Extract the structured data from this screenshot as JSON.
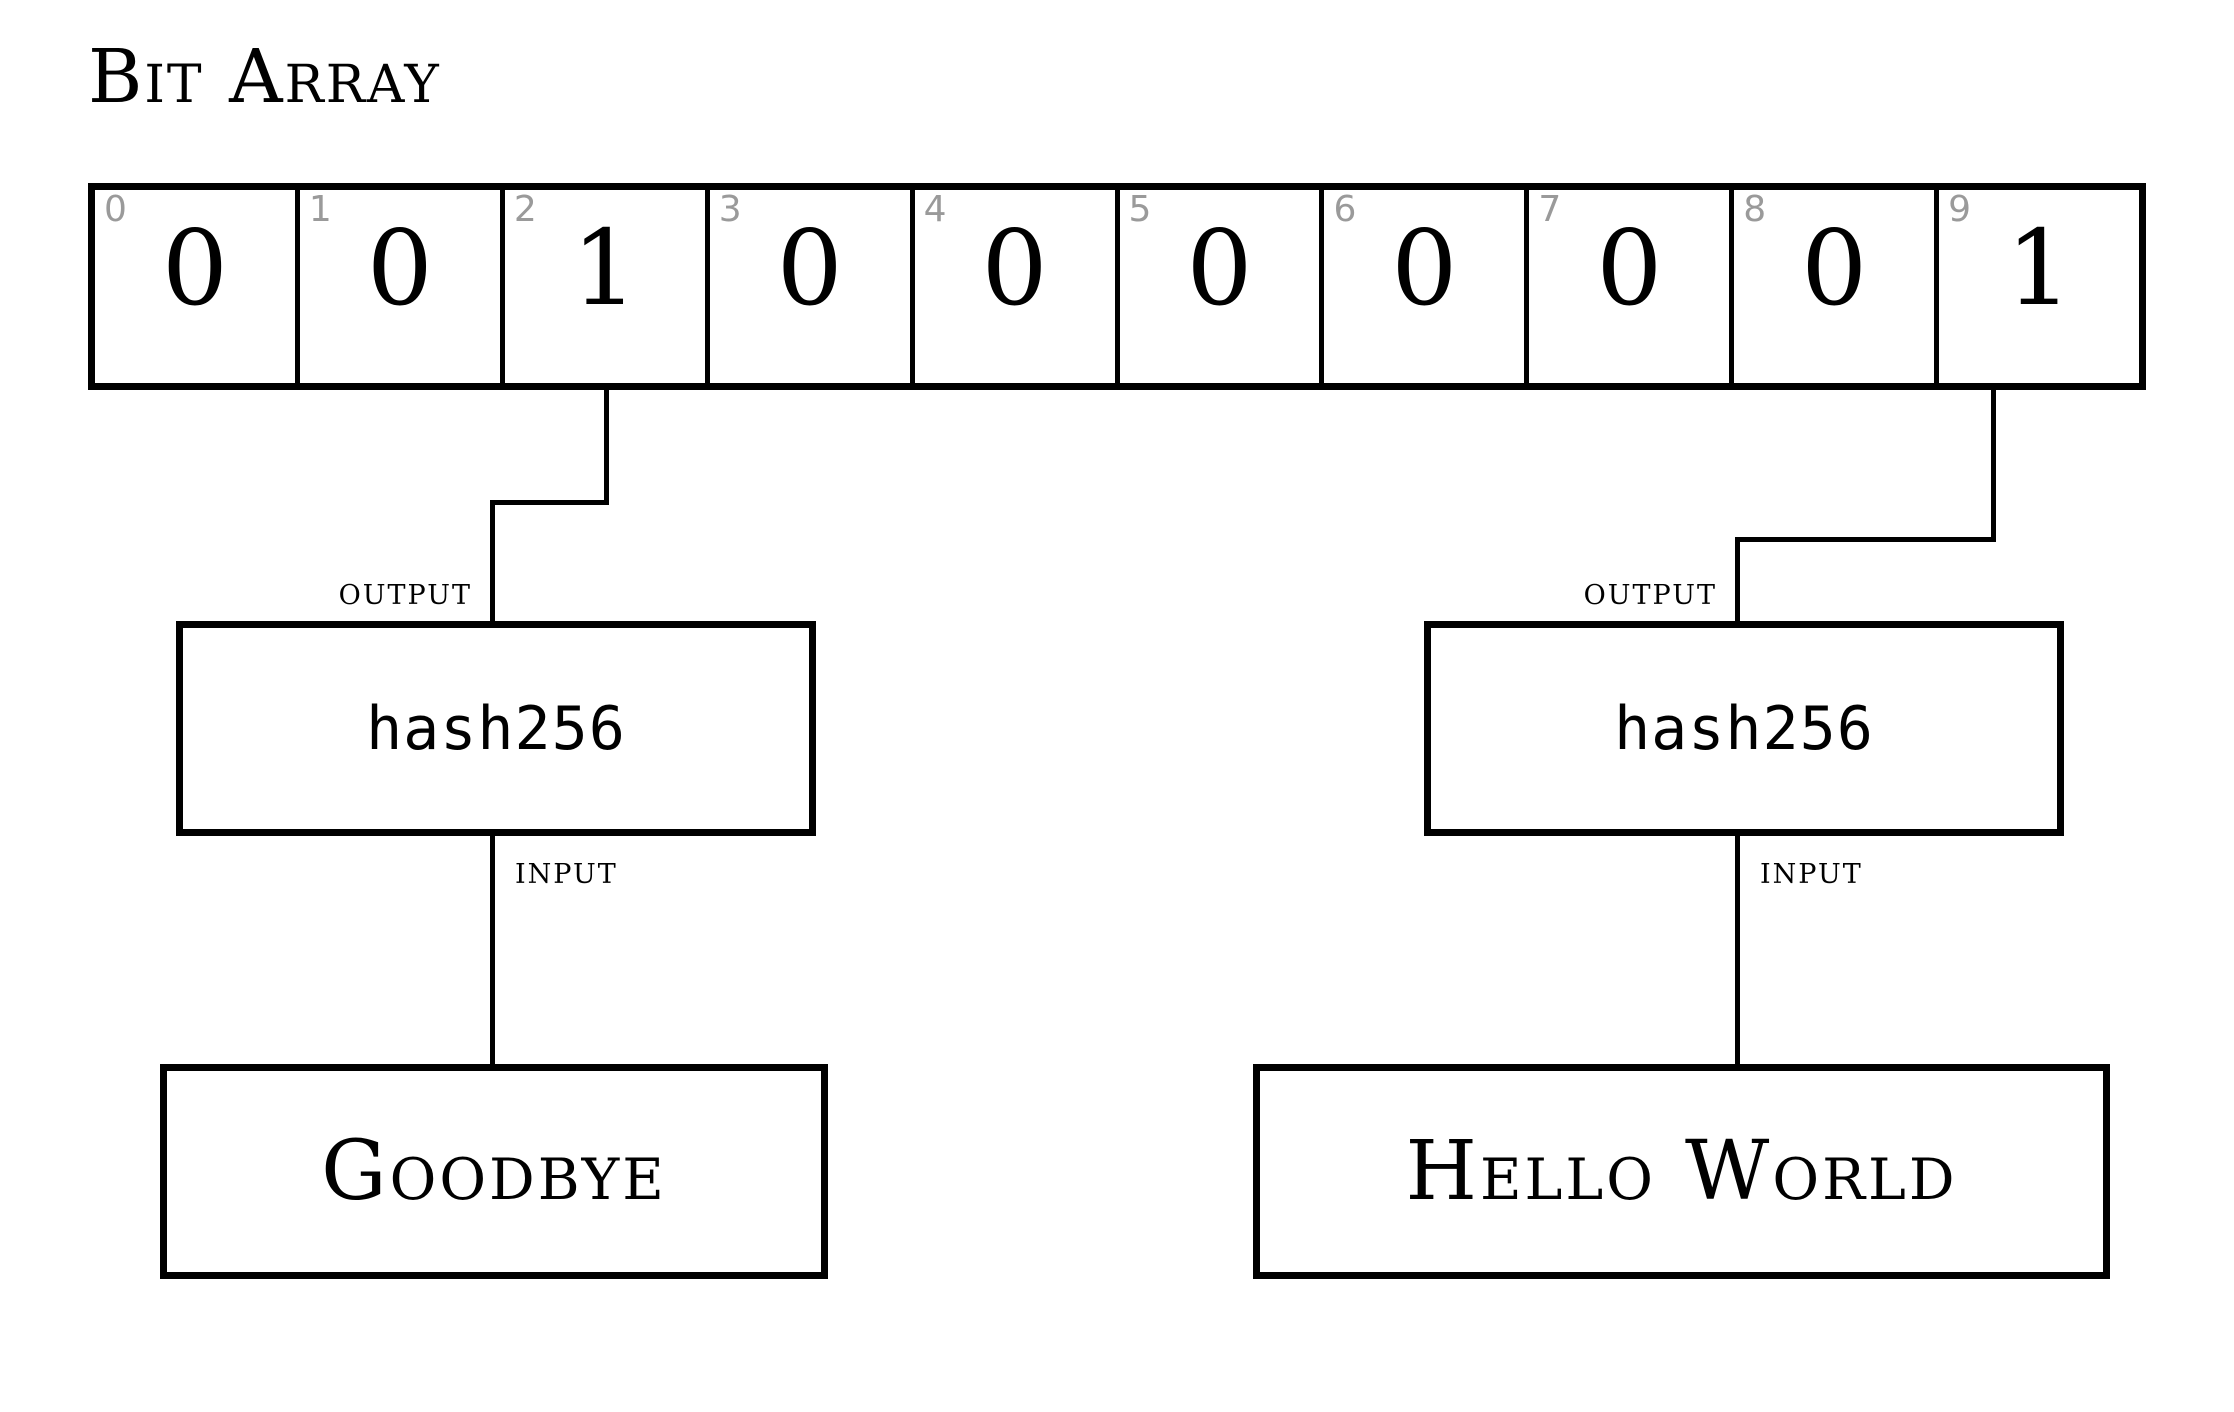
{
  "diagram": {
    "title": "Bit Array",
    "bit_array": {
      "label": "Bit Array",
      "size": 10,
      "indices": [
        "0",
        "1",
        "2",
        "3",
        "4",
        "5",
        "6",
        "7",
        "8",
        "9"
      ],
      "values": [
        "0",
        "0",
        "1",
        "0",
        "0",
        "0",
        "0",
        "0",
        "0",
        "1"
      ],
      "index_color": "#9a9a9a",
      "value_color": "#000000",
      "border_color": "#000000"
    },
    "branches": [
      {
        "id": "left",
        "bit_index": "2",
        "output_label": "output",
        "hash_label": "hash256",
        "input_label": "input",
        "word_label": "Goodbye"
      },
      {
        "id": "right",
        "bit_index": "9",
        "output_label": "output",
        "hash_label": "hash256",
        "input_label": "input",
        "word_label": "Hello World"
      }
    ],
    "colors": {
      "background": "#ffffff",
      "stroke": "#000000",
      "index_gray": "#9a9a9a"
    }
  }
}
